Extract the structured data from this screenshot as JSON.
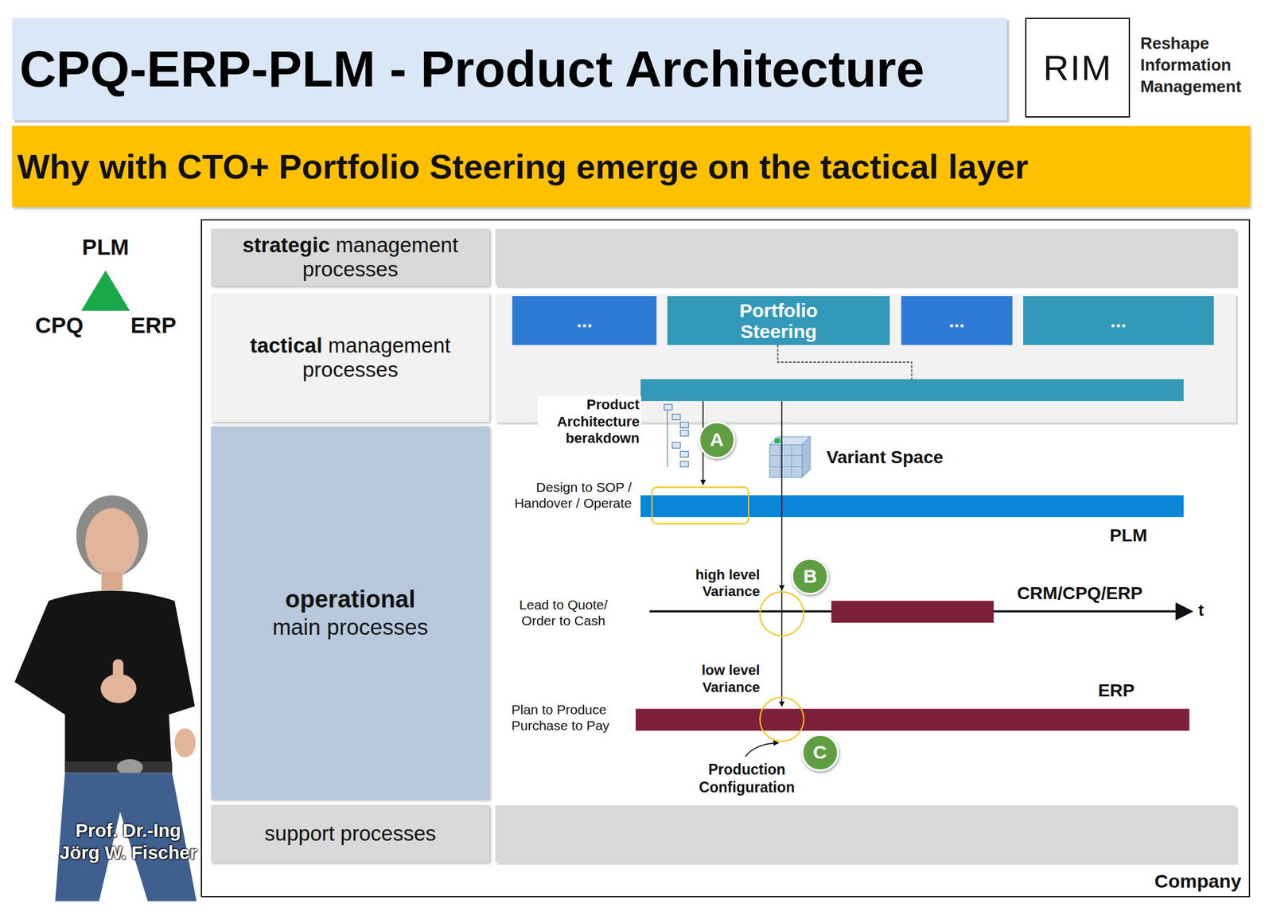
{
  "diagram": {
    "title": "CPQ-ERP-PLM - Product Architecture",
    "nodes": [
      {
        "text": [
          "RIM",
          "Reshape Information Management"
        ]
      },
      {
        "text": [
          "Why with CTO+ Portfolio Steering emerge on the tactical layer"
        ]
      },
      {
        "text": [
          "Company"
        ]
      },
      {
        "text": [
          "strategic",
          "management processes"
        ],
        "in": 2
      },
      {
        "text": [
          "tactical",
          "management processes"
        ],
        "in": 2
      },
      {
        "text": [
          "operational",
          "main processes"
        ],
        "in": 2
      },
      {
        "text": [
          "support processes"
        ],
        "in": 2
      },
      {
        "text": [
          "..."
        ],
        "in": 2
      },
      {
        "text": [
          "Portfolio Steering"
        ],
        "in": 2
      },
      {
        "text": [
          "..."
        ],
        "in": 2
      },
      {
        "text": [
          "..."
        ],
        "in": 2
      },
      {
        "text": [
          "A"
        ],
        "in": 2
      },
      {
        "text": [
          "B"
        ],
        "in": 2
      },
      {
        "text": [
          "C"
        ],
        "in": 2
      }
    ],
    "labels": [
      "PLM",
      "CPQ",
      "ERP",
      "Prof. Dr.-Ing Jörg W. Fischer",
      "Product Architecture berakdown",
      "Variant Space",
      "Design to SOP / Handover / Operate",
      "PLM",
      "high level Variance",
      "Lead to Quote/ Order to Cash",
      "CRM/CPQ/ERP",
      "t",
      "low level Variance",
      "ERP",
      "Plan to Produce Purchase to Pay",
      "Production Configuration"
    ]
  }
}
